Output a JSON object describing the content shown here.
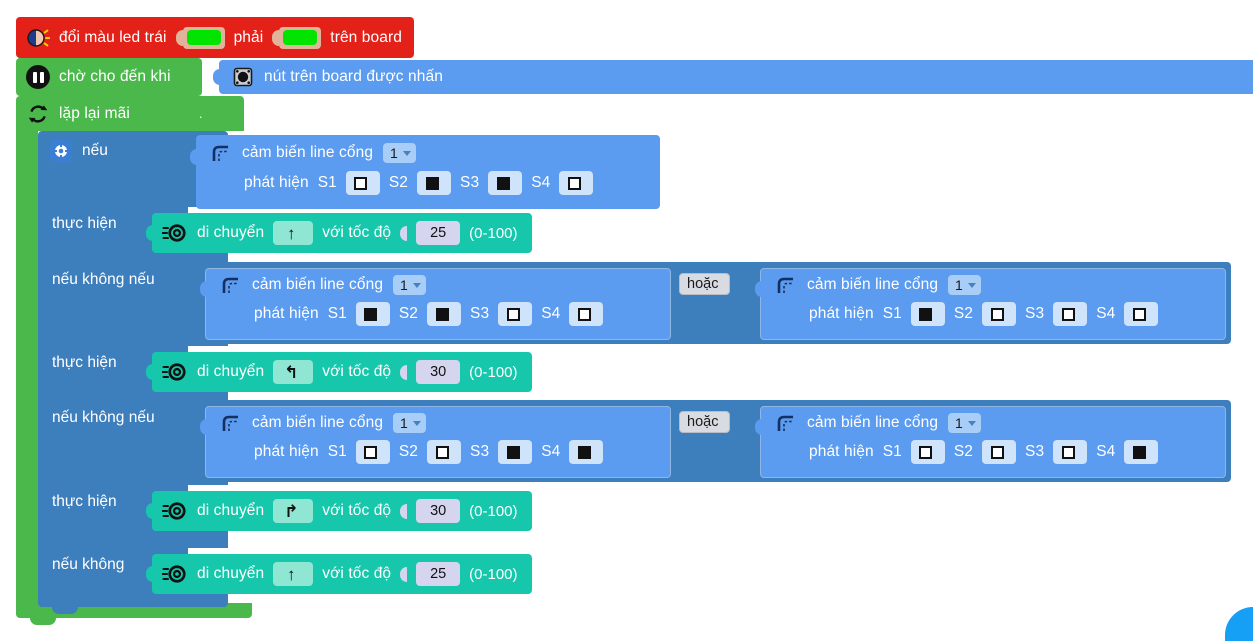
{
  "app": {
    "language": "vi",
    "canvas_background": "#ffffff"
  },
  "colors": {
    "event_block": "#e32119",
    "control_block": "#4bb84b",
    "sensing_block": "#5b9bf0",
    "if_block": "#3d7ebd",
    "motion_block": "#16c7ab",
    "led_left_color": "#00e400",
    "led_right_color": "#00e400",
    "corner_accent": "#15a0f5"
  },
  "script": {
    "led_block": {
      "icon": "led-icon",
      "text_1": "đổi màu led trái",
      "text_2": "phải",
      "text_3": "trên board",
      "left_color": "#00e400",
      "right_color": "#00e400"
    },
    "wait_block": {
      "icon": "pause-icon",
      "label": "chờ cho đến khi",
      "condition": {
        "icon": "board-button-icon",
        "label": "nút trên board được nhấn"
      }
    },
    "forever_block": {
      "icon": "loop-icon",
      "label": "lặp lại mãi",
      "trailing_mark": "."
    },
    "if_block": {
      "icon": "gear-icon",
      "if_label": "nếu",
      "do_label_1": "thực hiện",
      "elseif_label_1": "nếu không nếu",
      "do_label_2": "thực hiện",
      "elseif_label_2": "nếu không nếu",
      "do_label_3": "thực hiện",
      "else_label": "nếu không"
    },
    "sensor_block_template": {
      "icon": "line-sensor-icon",
      "prefix": "cảm biến line cổng",
      "detect_label": "phát hiện",
      "s1_label": "S1",
      "s2_label": "S2",
      "s3_label": "S3",
      "s4_label": "S4"
    },
    "or_operator_label": "hoặc",
    "move_block_template": {
      "icon": "wheel-icon",
      "prefix": "di chuyển",
      "speed_label": "với tốc độ",
      "range_hint": "(0-100)"
    },
    "branches": [
      {
        "id": "branch-1",
        "condition_label": "nếu",
        "conditions": [
          {
            "port": "1",
            "s1": "empty",
            "s2": "filled",
            "s3": "filled",
            "s4": "empty"
          }
        ],
        "operator": null,
        "do_label": "thực hiện",
        "action": {
          "direction": "forward",
          "direction_glyph": "↑",
          "speed": "25",
          "range_hint": "(0-100)"
        }
      },
      {
        "id": "branch-2",
        "condition_label": "nếu không nếu",
        "conditions": [
          {
            "port": "1",
            "s1": "filled",
            "s2": "filled",
            "s3": "empty",
            "s4": "empty"
          },
          {
            "port": "1",
            "s1": "filled",
            "s2": "empty",
            "s3": "empty",
            "s4": "empty"
          }
        ],
        "operator": "hoặc",
        "do_label": "thực hiện",
        "action": {
          "direction": "left",
          "direction_glyph": "↰",
          "speed": "30",
          "range_hint": "(0-100)"
        }
      },
      {
        "id": "branch-3",
        "condition_label": "nếu không nếu",
        "conditions": [
          {
            "port": "1",
            "s1": "empty",
            "s2": "empty",
            "s3": "filled",
            "s4": "filled"
          },
          {
            "port": "1",
            "s1": "empty",
            "s2": "empty",
            "s3": "empty",
            "s4": "filled"
          }
        ],
        "operator": "hoặc",
        "do_label": "thực hiện",
        "action": {
          "direction": "right",
          "direction_glyph": "↱",
          "speed": "30",
          "range_hint": "(0-100)"
        }
      },
      {
        "id": "branch-else",
        "condition_label": "nếu không",
        "conditions": [],
        "operator": null,
        "do_label": "",
        "action": {
          "direction": "forward",
          "direction_glyph": "↑",
          "speed": "25",
          "range_hint": "(0-100)"
        }
      }
    ]
  }
}
